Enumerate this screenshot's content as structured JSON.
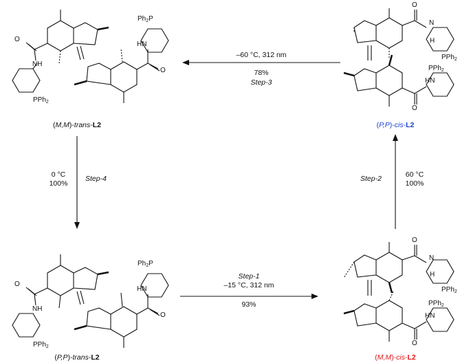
{
  "molecules": {
    "mm_trans": {
      "prefix": "(",
      "cfg": "M,M",
      "mid": ")-",
      "iso": "trans",
      "dash": "-",
      "name": "L2"
    },
    "pp_cis": {
      "prefix": "(",
      "cfg": "P,P",
      "mid": ")-",
      "iso": "cis",
      "dash": "-",
      "name": "L2",
      "color": "#1a3fd1"
    },
    "pp_trans": {
      "prefix": "(",
      "cfg": "P,P",
      "mid": ")-",
      "iso": "trans",
      "dash": "-",
      "name": "L2"
    },
    "mm_cis": {
      "prefix": "(",
      "cfg": "M,M",
      "mid": ")-",
      "iso": "cis",
      "dash": "-",
      "name": "L2",
      "color": "#e01818"
    }
  },
  "steps": {
    "step1": {
      "name": "Step-1",
      "conditions": "–15 °C, 312 nm",
      "yield": "93%"
    },
    "step2": {
      "name": "Step-2",
      "conditions": "60 °C",
      "yield": "100%"
    },
    "step3": {
      "name": "Step-3",
      "conditions": "–60 °C, 312 nm",
      "yield": "78%"
    },
    "step4": {
      "name": "Step-4",
      "conditions": "0 °C",
      "yield": "100%"
    }
  },
  "atoms": {
    "ph2p": "Ph",
    "pph2": "PPh",
    "p": "P",
    "sub2": "2",
    "nh": "HN",
    "hn": "NH",
    "o": "O",
    "n": "N",
    "h": "H"
  }
}
